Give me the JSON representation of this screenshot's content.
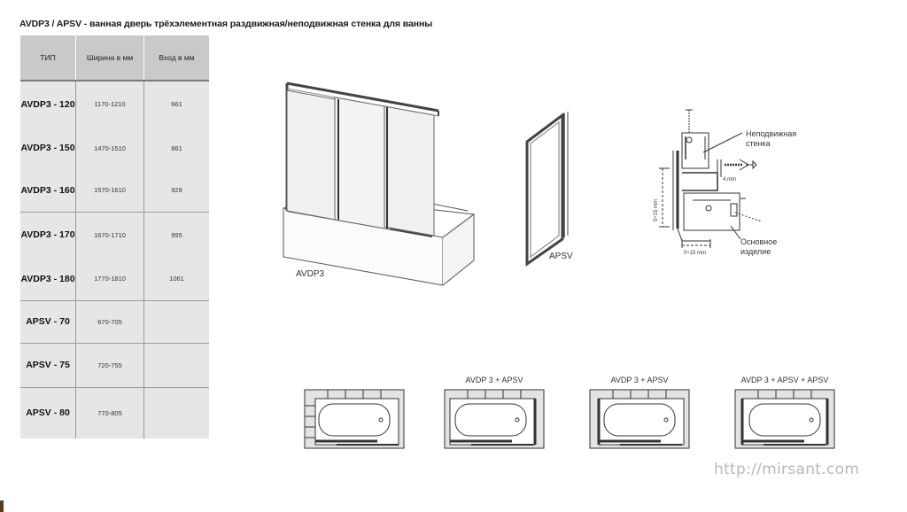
{
  "title": "AVDP3 / APSV - ванная дверь трёхэлементная раздвижная/неподвижная стенка для ванны",
  "table": {
    "headers": [
      "ТИП",
      "Ширина в мм",
      "Вход в мм"
    ],
    "rows": [
      {
        "type": "AVDP3 - 120",
        "width": "1170-1210",
        "entry": "661"
      },
      {
        "type": "AVDP3 - 150",
        "width": "1470-1510",
        "entry": "861"
      },
      {
        "type": "AVDP3 - 160",
        "width": "1570-1610",
        "entry": "928"
      },
      {
        "type": "AVDP3 - 170",
        "width": "1670-1710",
        "entry": "995"
      },
      {
        "type": "AVDP3 - 180",
        "width": "1770-1810",
        "entry": "1061"
      },
      {
        "type": "APSV - 70",
        "width": "670-705",
        "entry": ""
      },
      {
        "type": "APSV - 75",
        "width": "720-755",
        "entry": ""
      },
      {
        "type": "APSV - 80",
        "width": "770-805",
        "entry": ""
      }
    ]
  },
  "diagrams": {
    "avdp3_label": "AVDP3",
    "apsv_label": "APSV",
    "detail": {
      "fixed_wall_line1": "Неподвижная",
      "fixed_wall_line2": "стенка",
      "gap": "4 mm",
      "range_vertical": "0÷15 mm",
      "range_horizontal": "0÷15 mm",
      "base_line1": "Основное",
      "base_line2": "изделие"
    },
    "layouts": [
      "",
      "AVDP 3 + APSV",
      "AVDP 3 + APSV",
      "AVDP 3 + APSV + APSV"
    ]
  },
  "watermark": "http://mirsant.com"
}
